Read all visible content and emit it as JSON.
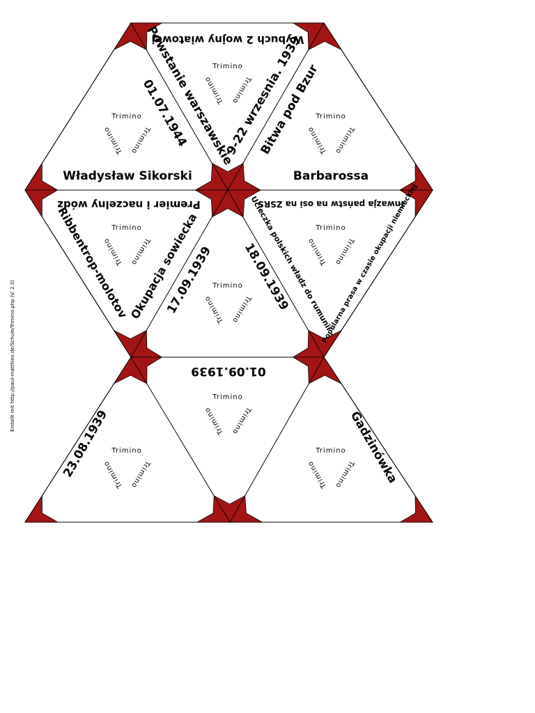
{
  "credit": "Erstellt mit http://paul-matthies.de/Schule/Trimino.php (V. 2.3)",
  "watermark": "Trimino",
  "colors": {
    "corner": "#a31515",
    "line": "#000000",
    "paper": "#ffffff"
  },
  "labels": {
    "wybuch": "Wybuch 2 wojny   wiatowej",
    "powstanie": "Powstanie warszawskie",
    "bitwa": "Bitwa pod Bzur",
    "wrzesien": "9-22 wrzesnia. 1939",
    "d0107": "01.07.1944",
    "sikorski": "Władysław Sikorski",
    "barbarossa": "Barbarossa",
    "premier": "Premier i naczelny wódz",
    "inwazja": "Inwazja państw na osi na ZSRS",
    "ribbentrop": "Ribbentrop-molotov",
    "okupacja": "Okupacja sowiecka",
    "d1709": "17.09.1939",
    "d1809": "18.09.1939",
    "ucieczka": "Ucieczka polskich władz do rumunii",
    "popularna": "Popularna prasa w czasie okupacji niemieckiej",
    "d0109": "01.09.1939",
    "d2308": "23.08.1939",
    "gadzinowka": "Gadzinówka"
  }
}
